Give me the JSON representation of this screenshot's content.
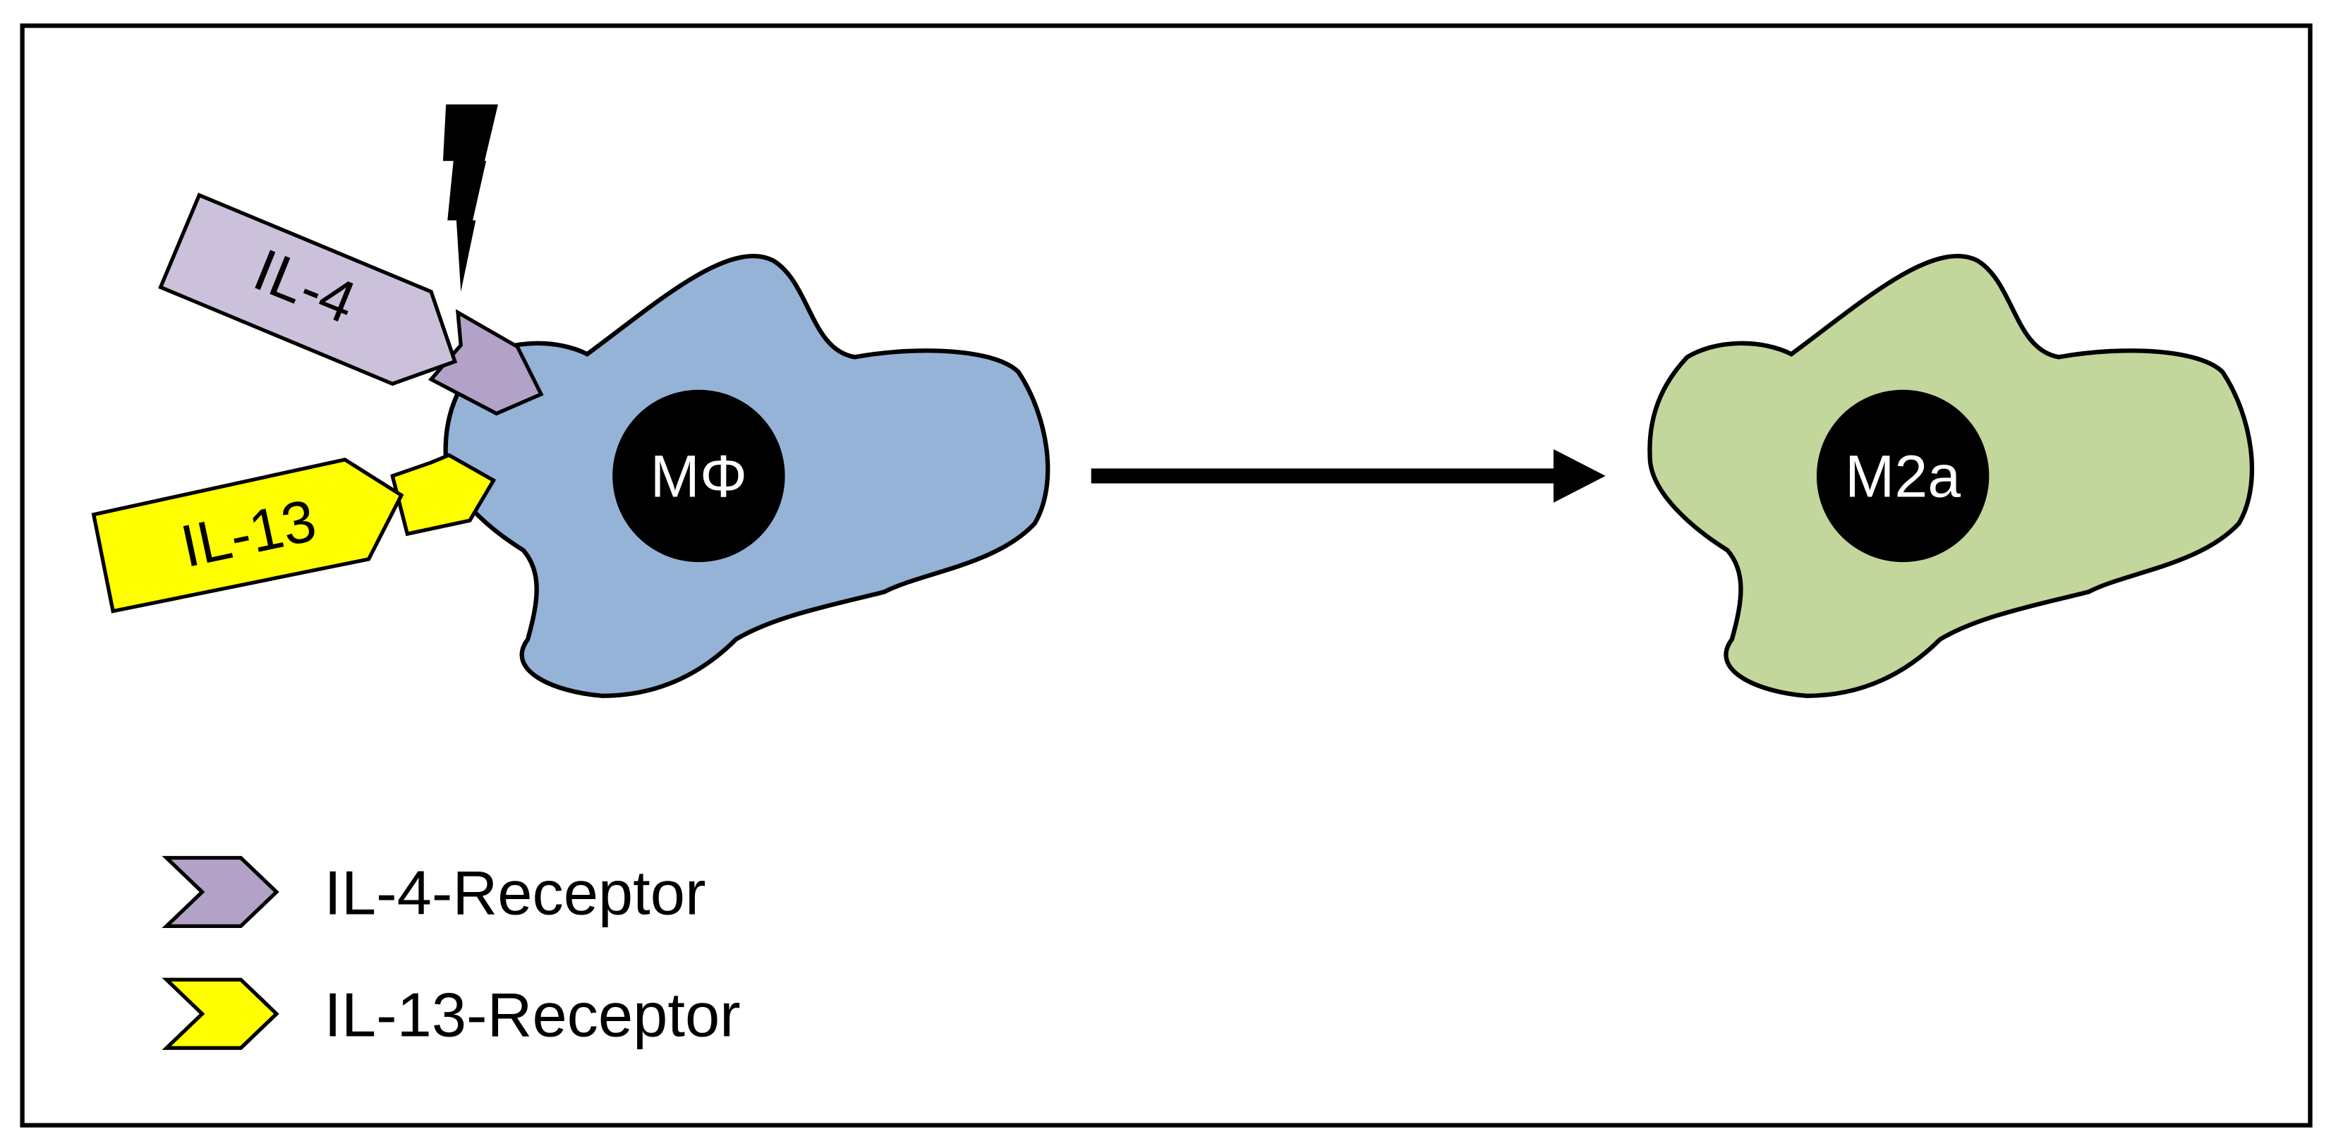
{
  "colors": {
    "frame_stroke": "#000000",
    "macrophage_fill": "#95b3d7",
    "m2a_fill": "#c3d69b",
    "il4_ligand_fill": "#ccc1da",
    "il4_receptor_fill": "#b3a2c7",
    "il13_fill": "#ffff00",
    "nucleus_fill": "#000000",
    "nucleus_text": "#ffffff",
    "arrow": "#000000"
  },
  "cells": {
    "source_label": "MΦ",
    "target_label": "M2a"
  },
  "ligands": {
    "il4_label": "IL-4",
    "il13_label": "IL-13"
  },
  "legend": {
    "il4_receptor_label": "IL-4-Receptor",
    "il13_receptor_label": "IL-13-Receptor"
  },
  "icons": {
    "signal": "lightning-bolt-icon",
    "transition": "arrow-right-icon"
  }
}
